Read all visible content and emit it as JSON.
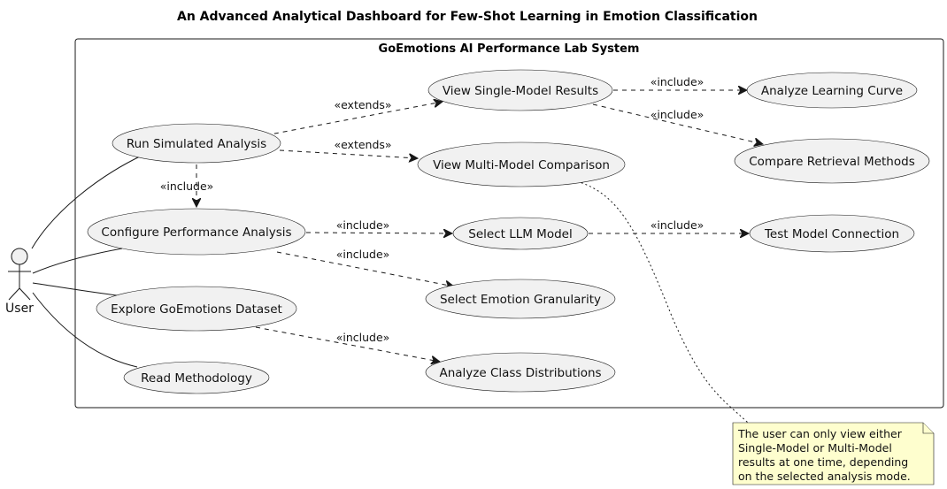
{
  "diagram": {
    "title": "An Advanced Analytical Dashboard for Few-Shot Learning in Emotion Classification",
    "system_name": "GoEmotions AI Performance Lab System",
    "actor": {
      "label": "User"
    },
    "use_cases": {
      "run_simulated": "Run Simulated Analysis",
      "configure": "Configure Performance Analysis",
      "explore": "Explore GoEmotions Dataset",
      "read_method": "Read Methodology",
      "view_single": "View Single-Model Results",
      "view_multi": "View Multi-Model Comparison",
      "select_llm": "Select LLM Model",
      "select_emotion": "Select Emotion Granularity",
      "analyze_class": "Analyze Class Distributions",
      "analyze_learning": "Analyze Learning Curve",
      "compare_retrieval": "Compare Retrieval Methods",
      "test_connection": "Test Model Connection"
    },
    "relations": {
      "run_to_single": "«extends»",
      "run_to_multi": "«extends»",
      "run_to_configure": "«include»",
      "configure_to_llm": "«include»",
      "configure_to_emotion": "«include»",
      "explore_to_class": "«include»",
      "single_to_learning": "«include»",
      "single_to_retrieval": "«include»",
      "llm_to_test": "«include»"
    },
    "note": {
      "line1": "The user can only view either",
      "line2": "Single-Model or Multi-Model",
      "line3": "results at one time, depending",
      "line4": "on the selected analysis mode."
    }
  }
}
